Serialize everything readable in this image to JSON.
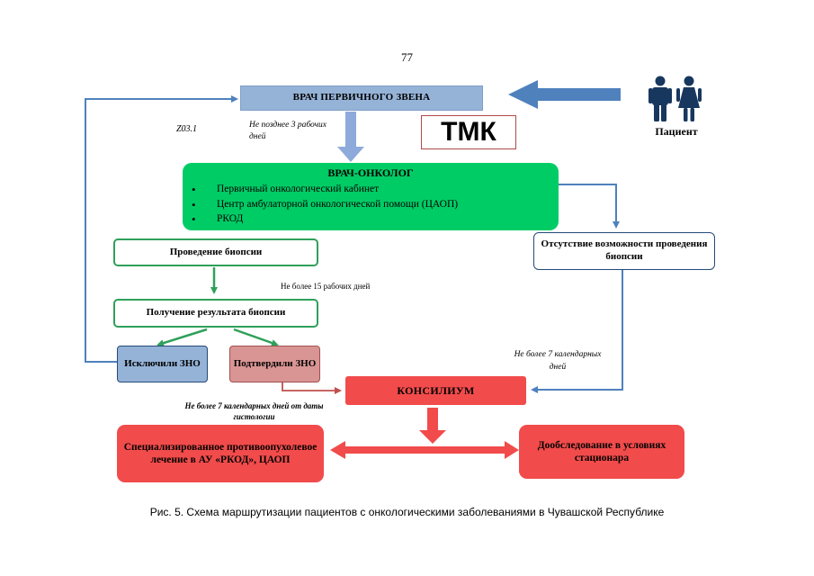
{
  "page_number": "77",
  "tmk_label": "ТМК",
  "patient_label": "Пациент",
  "boxes": {
    "primary_doctor": "ВРАЧ ПЕРВИЧНОГО ЗВЕНА",
    "oncologist_title": "ВРАЧ-ОНКОЛОГ",
    "oncologist_items": [
      "Первичный онкологический кабинет",
      "Центр амбулаторной онкологической помощи (ЦАОП)",
      "РКОД"
    ],
    "biopsy": "Проведение биопсии",
    "biopsy_result": "Получение результата биопсии",
    "no_biopsy": "Отсутствие возможности проведения биопсии",
    "excluded": "Исключили ЗНО",
    "confirmed": "Подтвердили ЗНО",
    "council": "КОНСИЛИУМ",
    "specialized_treatment": "Специализированное противоопухолевое лечение в АУ «РКОД», ЦАОП",
    "additional_exam": "Дообследование в условиях стационара"
  },
  "notes": {
    "z031": "Z03.1",
    "within_3_days": "Не позднее 3 рабочих дней",
    "within_15_days": "Не более 15 рабочих дней",
    "within_7_days_right": "Не более 7 календарных дней",
    "within_7_days_left": "Не более 7 календарных дней от даты гистологии"
  },
  "colors": {
    "primary_blue": "#95b3d7",
    "arrow_blue": "#4f81bd",
    "outline_blue": "#244a78",
    "oncologist_green": "#00cc66",
    "green_border": "#2fa05a",
    "red": "#f24b4b",
    "pink": "#d99594",
    "tmk_border": "#b04a4a"
  },
  "caption": "Рис. 5. Схема маршрутизации пациентов с онкологическими заболеваниями в Чувашской Республике"
}
